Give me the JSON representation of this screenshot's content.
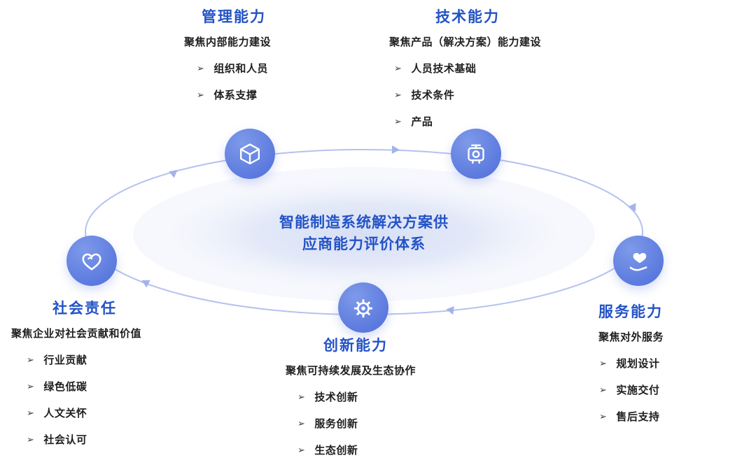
{
  "center": {
    "line1": "智能制造系统解决方案供",
    "line2": "应商能力评价体系"
  },
  "sections": {
    "management": {
      "title": "管理能力",
      "subtitle": "聚焦内部能力建设",
      "items": [
        "组织和人员",
        "体系支撑"
      ]
    },
    "technology": {
      "title": "技术能力",
      "subtitle": "聚焦产品（解决方案）能力建设",
      "items": [
        "人员技术基础",
        "技术条件",
        "产品"
      ]
    },
    "service": {
      "title": "服务能力",
      "subtitle": "聚焦对外服务",
      "items": [
        "规划设计",
        "实施交付",
        "售后支持"
      ]
    },
    "innovation": {
      "title": "创新能力",
      "subtitle": "聚焦可持续发展及生态协作",
      "items": [
        "技术创新",
        "服务创新",
        "生态创新"
      ]
    },
    "social": {
      "title": "社会责任",
      "subtitle": "聚焦企业对社会贡献和价值",
      "items": [
        "行业贡献",
        "绿色低碳",
        "人文关怀",
        "社会认可"
      ]
    }
  },
  "ui": {
    "bullet": "➢"
  },
  "icons": {
    "management": "cube-icon",
    "technology": "machine-icon",
    "service": "hand-heart-icon",
    "innovation": "gear-icon",
    "social": "heart-icon"
  },
  "colors": {
    "accent": "#2353c6",
    "node": "#5a78de",
    "node-light": "#7e9ae9",
    "ring": "#b5c2ee",
    "arrow": "#a3b3ea",
    "text": "#1f1f1f"
  }
}
